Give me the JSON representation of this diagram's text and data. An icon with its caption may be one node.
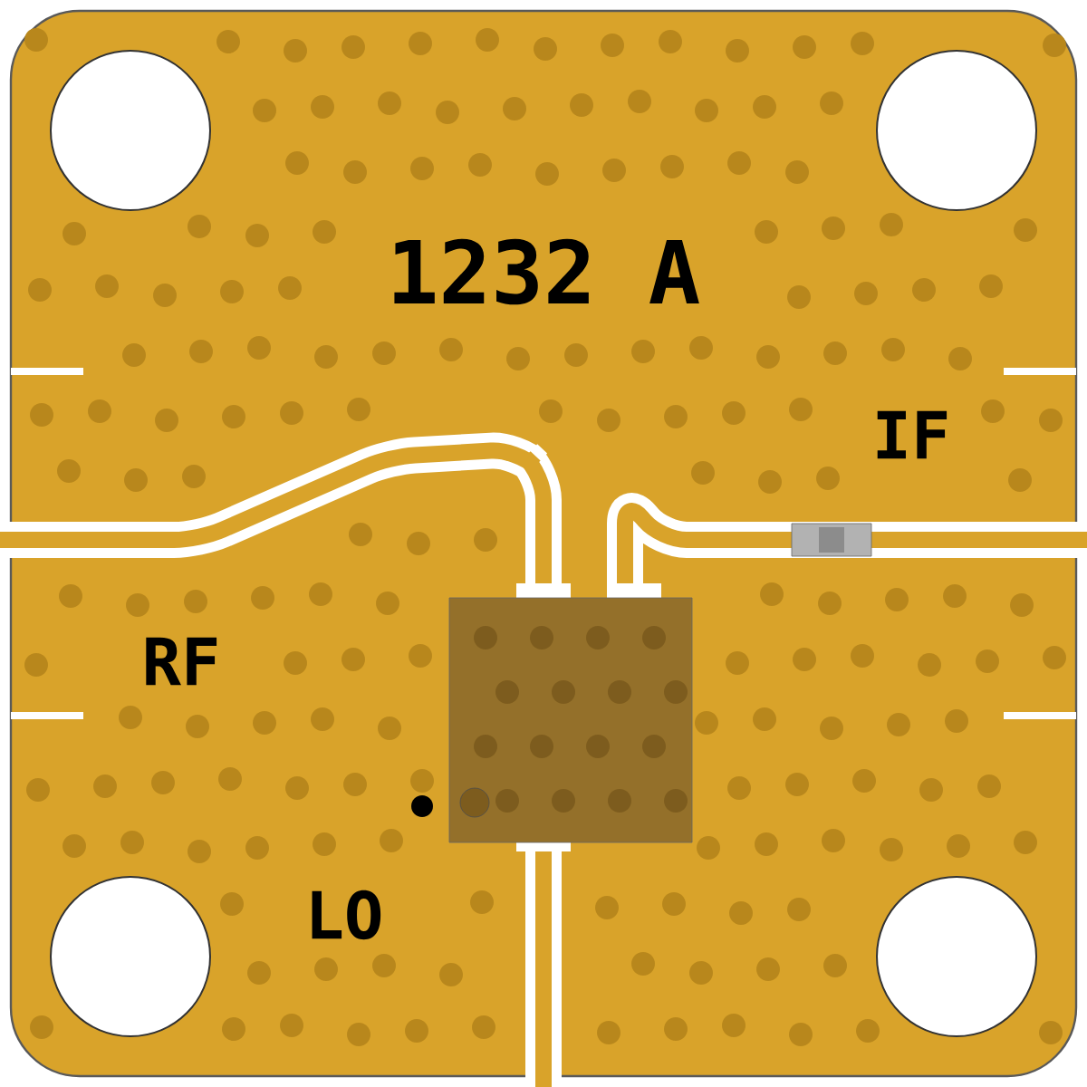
{
  "diagram": {
    "labels": [
      "1232 A",
      "IF",
      "RF",
      "LO"
    ]
  }
}
